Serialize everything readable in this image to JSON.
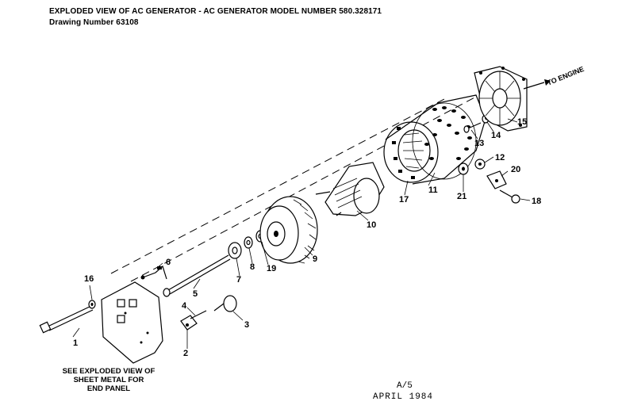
{
  "header": {
    "title": "EXPLODED VIEW OF AC GENERATOR - AC GENERATOR MODEL NUMBER 580.328171",
    "drawing": "Drawing Number 63108"
  },
  "note": {
    "line1": "SEE EXPLODED VIEW OF",
    "line2": "SHEET METAL FOR",
    "line3": "END PANEL"
  },
  "engine_label": "TO ENGINE",
  "footer": {
    "page": "A/5",
    "date": "APRIL 1984"
  },
  "parts": [
    "1",
    "2",
    "3",
    "4",
    "5",
    "6",
    "7",
    "8",
    "9",
    "10",
    "11",
    "12",
    "13",
    "14",
    "15",
    "16",
    "17",
    "18",
    "19",
    "20",
    "21"
  ]
}
